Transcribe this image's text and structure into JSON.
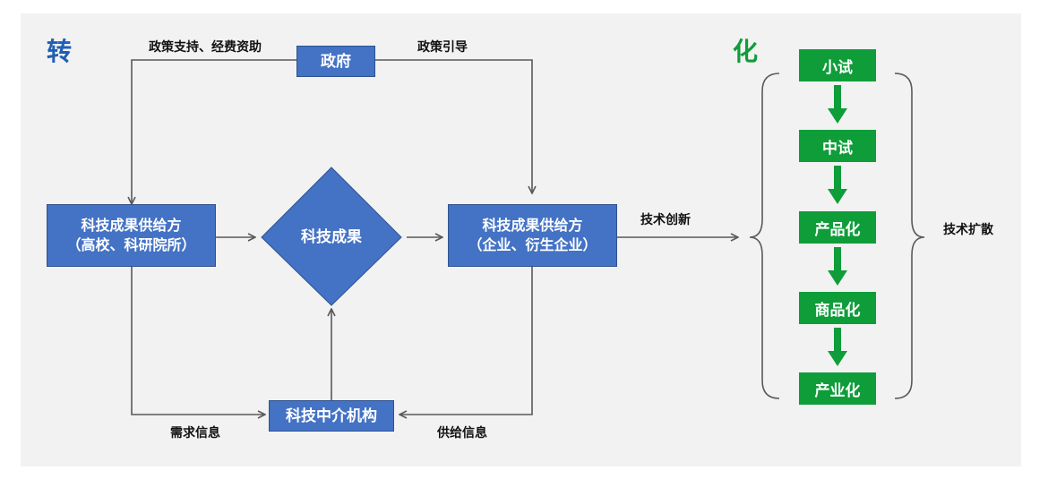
{
  "headings": {
    "zhuan": "转",
    "hua": "化"
  },
  "nodes": {
    "government": "政府",
    "supplier_left_line1": "科技成果供给方",
    "supplier_left_line2": "（高校、科研院所）",
    "achievement": "科技成果",
    "supplier_right_line1": "科技成果供给方",
    "supplier_right_line2": "（企业、衍生企业）",
    "intermediary": "科技中介机构"
  },
  "edge_labels": {
    "policy_support": "政策支持、经费资助",
    "policy_guide": "政策引导",
    "tech_innovation": "技术创新",
    "demand_info": "需求信息",
    "supply_info": "供给信息",
    "tech_diffusion": "技术扩散"
  },
  "stages": [
    "小试",
    "中试",
    "产品化",
    "商品化",
    "产业化"
  ],
  "colors": {
    "node_blue": "#4472c4",
    "stage_green": "#0f9d3a",
    "heading_blue": "#1f5fb4",
    "heading_green": "#0f9d3a",
    "connector_gray": "#595959"
  }
}
